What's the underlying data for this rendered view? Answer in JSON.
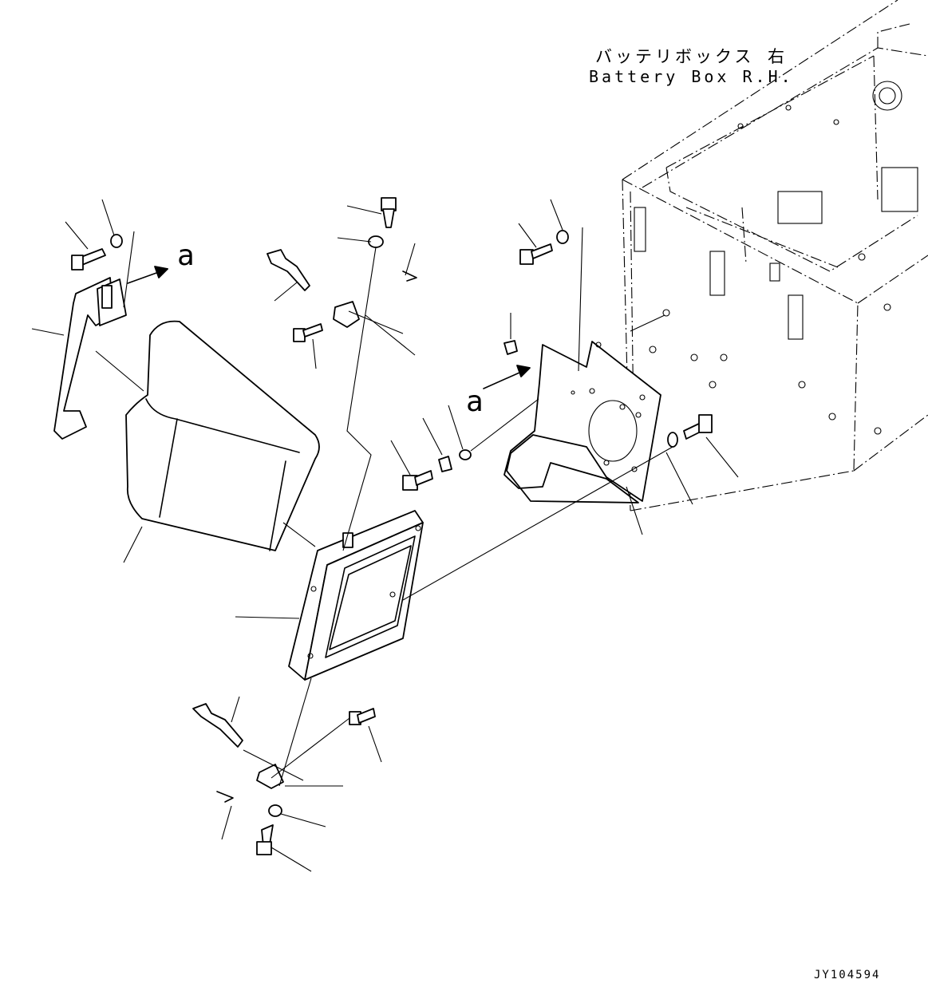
{
  "labels": {
    "battery_box_jp": "バッテリボックス 右",
    "battery_box_en": "Battery Box R.H.",
    "view_ref_left": "a",
    "view_ref_center": "a",
    "drawing_code": "JY104594"
  }
}
